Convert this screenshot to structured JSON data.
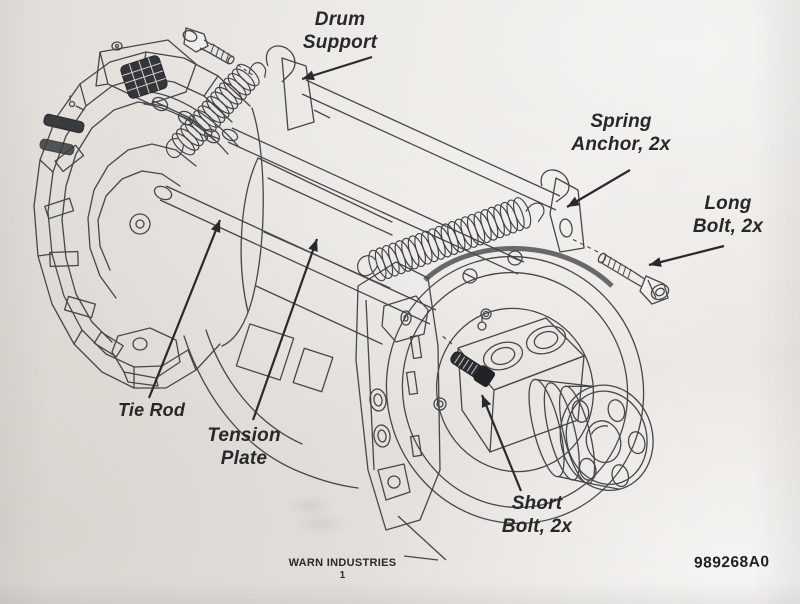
{
  "document": {
    "kind": "printed installation diagram photograph",
    "footer": {
      "company": "WARN INDUSTRIES",
      "page": "1"
    },
    "part_number": "989268A0"
  },
  "labels": {
    "drum_support": "Drum\nSupport",
    "spring_anchor": "Spring\nAnchor, 2x",
    "long_bolt": "Long\nBolt, 2x",
    "tie_rod": "Tie Rod",
    "tension_plate": "Tension\nPlate",
    "short_bolt": "Short\nBolt, 2x"
  },
  "diagram_parts": [
    "Drum Support",
    "Spring Anchor (2x)",
    "Long Bolt (2x)",
    "Tie Rod",
    "Tension Plate",
    "Short Bolt (2x)"
  ],
  "colors": {
    "paper": "#e8e5e1",
    "ink": "#45474b",
    "label_ink": "#27282b",
    "arrow_ink": "#292a2d",
    "dark_fill": "#35363a"
  }
}
